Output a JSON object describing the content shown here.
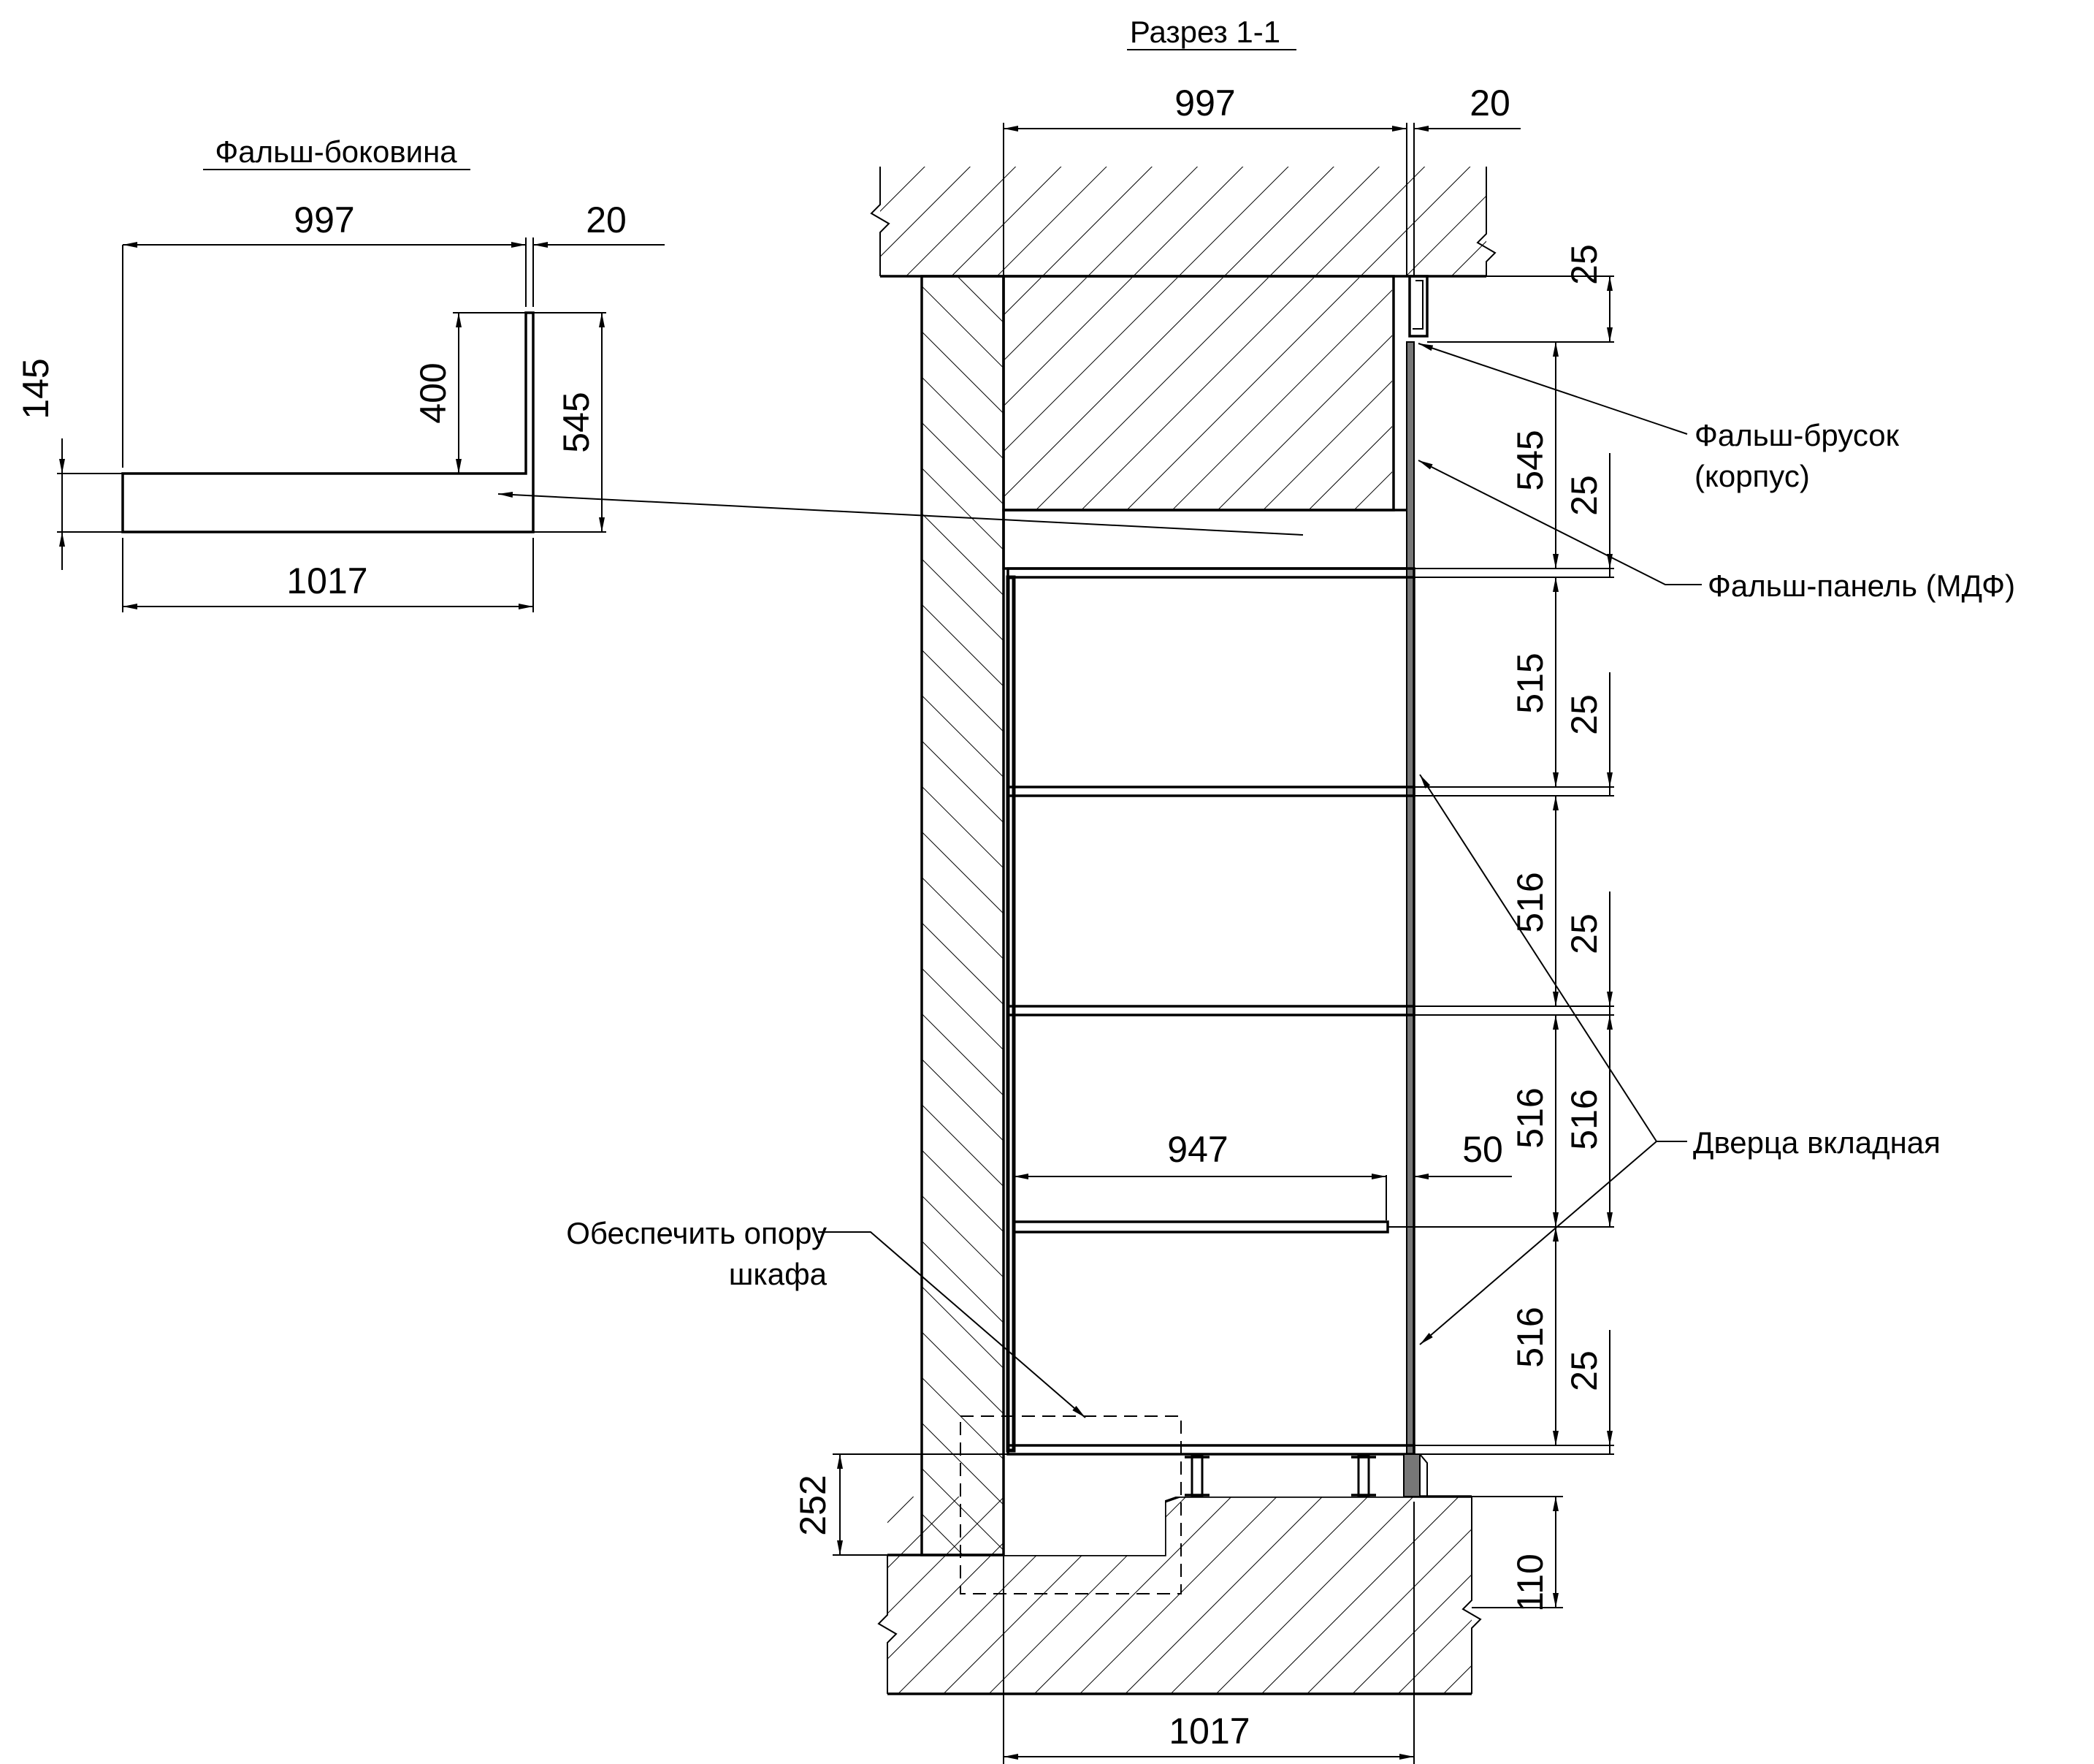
{
  "left_view": {
    "title": "Фальш-боковина",
    "dim_width_top": "997",
    "dim_thickness_top": "20",
    "dim_left_height": "145",
    "dim_upright_height": "400",
    "dim_total_height": "545",
    "dim_bottom_width": "1017"
  },
  "section": {
    "title": "Разрез 1-1",
    "dim_top_width": "997",
    "dim_top_thickness": "20",
    "dim_bottom_width": "1017",
    "dim_shelf_width": "947",
    "dim_shelf_offset": "50",
    "dim_plinth_height": "252",
    "dim_floor_height": "110",
    "right_outer_dims": [
      "545",
      "515",
      "516",
      "516",
      "516"
    ],
    "right_inner_dims": [
      "25",
      "25",
      "25",
      "25",
      "516",
      "25"
    ],
    "labels": {
      "false_bar_line1": "Фальш-брусок",
      "false_bar_line2": "(корпус)",
      "false_panel": "Фальш-панель (МДФ)",
      "inset_door": "Дверца вкладная",
      "support_line1": "Обеспечить опору",
      "support_line2": "шкафа"
    }
  }
}
